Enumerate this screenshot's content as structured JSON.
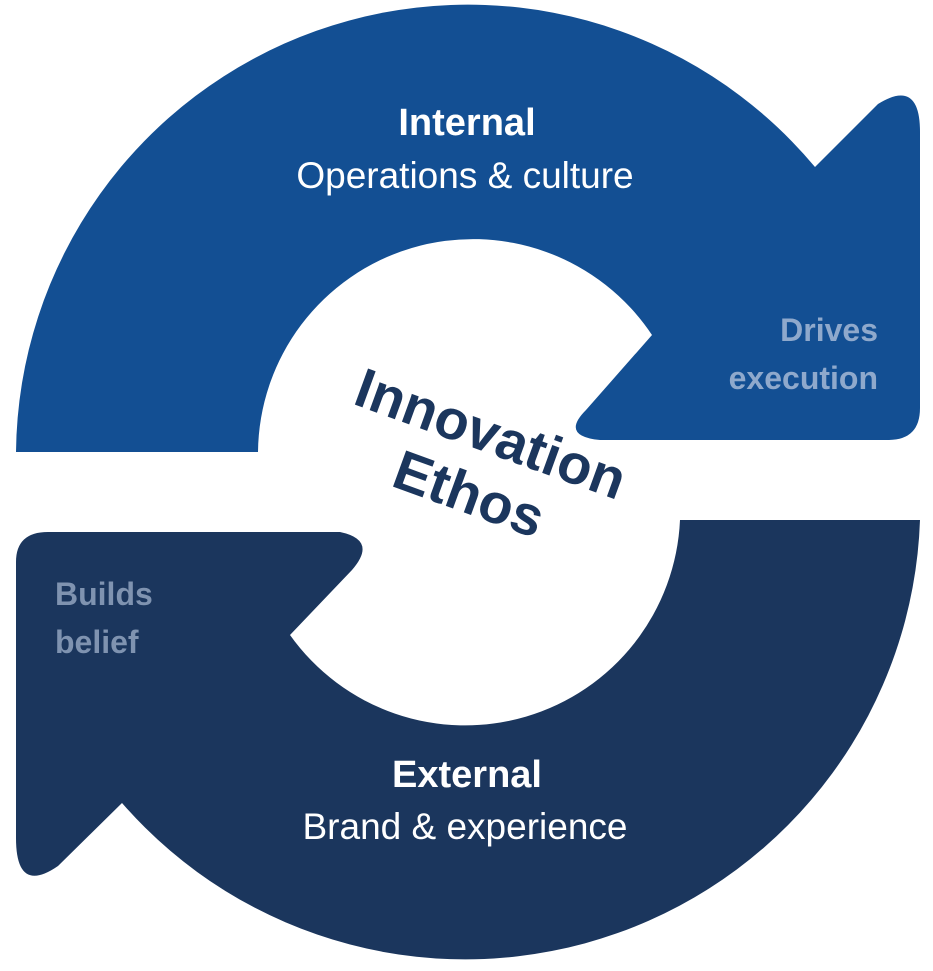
{
  "top_segment": {
    "title": "Internal",
    "subtitle": "Operations & culture",
    "note_line1": "Drives",
    "note_line2": "execution",
    "color": "#134f93",
    "note_color": "#8fa9cc"
  },
  "bottom_segment": {
    "title": "External",
    "subtitle": "Brand & experience",
    "note_line1": "Builds",
    "note_line2": "belief",
    "color": "#1b365d",
    "note_color": "#7f93b0"
  },
  "center": {
    "line1": "Innovation",
    "line2": "Ethos",
    "color": "#1b365d"
  }
}
